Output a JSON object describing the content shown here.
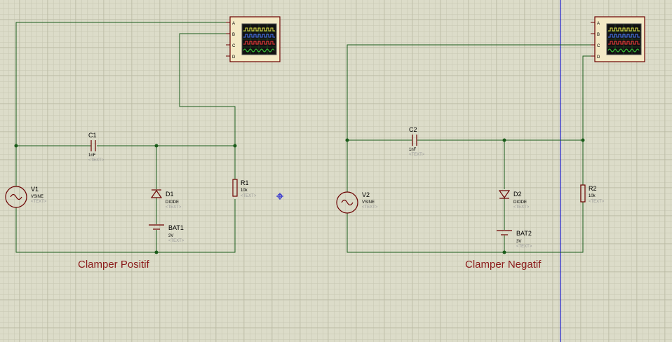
{
  "colors": {
    "background": "#dcdcc9",
    "grid_minor": "#c8c8b4",
    "grid_major": "#b8b8a2",
    "wire": "#1a5c1a",
    "component": "#6b0000",
    "title": "#8b1a1a",
    "sheet_border": "#1f1fd0",
    "scope_body": "#f3e9c5"
  },
  "oscilloscope_pins": [
    "A",
    "B",
    "C",
    "D"
  ],
  "circuits": {
    "left": {
      "title": "Clamper Positif",
      "source": {
        "name": "V1",
        "type": "VSINE",
        "text": "<TEXT>"
      },
      "capacitor": {
        "name": "C1",
        "value": "1nF",
        "text": "<TEXT>"
      },
      "diode": {
        "name": "D1",
        "type": "DIODE",
        "text": "<TEXT>"
      },
      "battery": {
        "name": "BAT1",
        "value": "3V",
        "text": "<TEXT>"
      },
      "resistor": {
        "name": "R1",
        "value": "10k",
        "text": "<TEXT>"
      }
    },
    "right": {
      "title": "Clamper Negatif",
      "source": {
        "name": "V2",
        "type": "VSINE",
        "text": "<TEXT>"
      },
      "capacitor": {
        "name": "C2",
        "value": "1nF",
        "text": "<TEXT>"
      },
      "diode": {
        "name": "D2",
        "type": "DIODE",
        "text": "<TEXT>"
      },
      "battery": {
        "name": "BAT2",
        "value": "3V",
        "text": "<TEXT>"
      },
      "resistor": {
        "name": "R2",
        "value": "10k",
        "text": "<TEXT>"
      }
    }
  }
}
